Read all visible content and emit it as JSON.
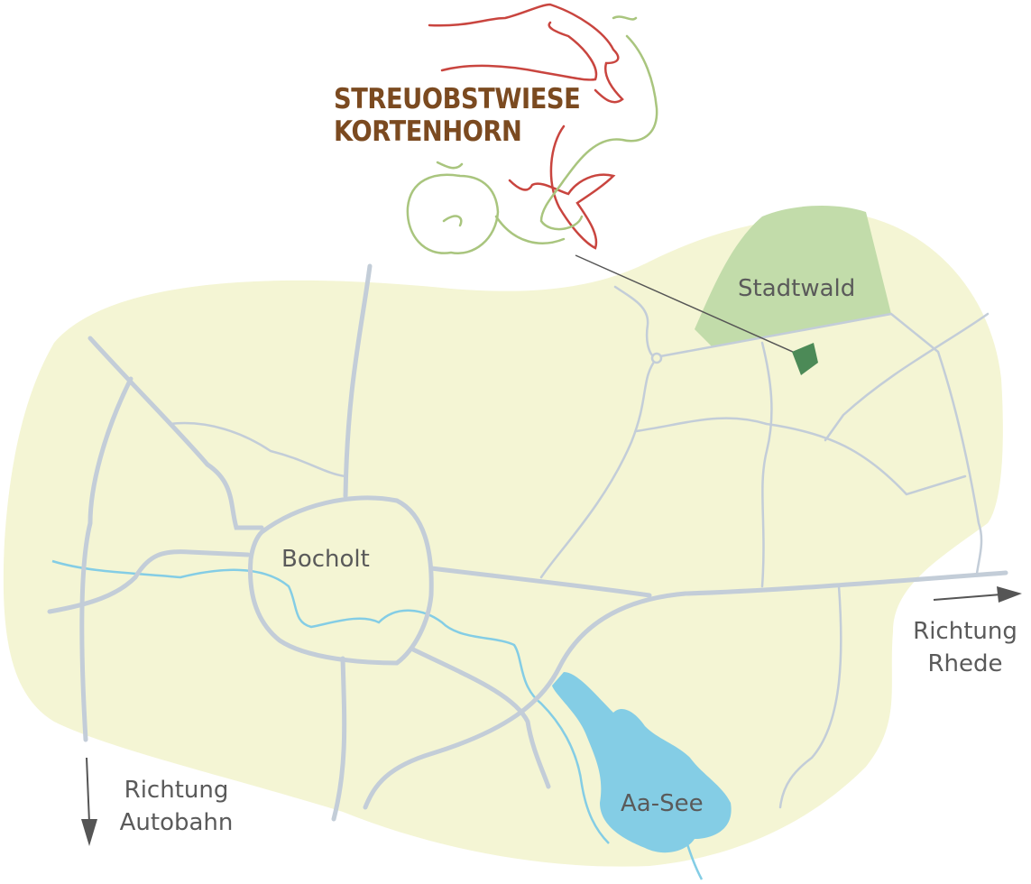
{
  "logo": {
    "line1": "STREUOBSTWIESE",
    "line2": "KORTENHORN"
  },
  "labels": {
    "city": "Bocholt",
    "forest": "Stadtwald",
    "lake": "Aa-See",
    "direction_east_line1": "Richtung",
    "direction_east_line2": "Rhede",
    "direction_south_line1": "Richtung",
    "direction_south_line2": "Autobahn"
  },
  "colors": {
    "land": "#f4f5d4",
    "road": "#c3cdd8",
    "water": "#84cde5",
    "forest": "#c2dcaa",
    "marker": "#4c8a57",
    "logo_text": "#7b4a20",
    "logo_red": "#c9453f",
    "logo_green": "#a9c57e"
  }
}
